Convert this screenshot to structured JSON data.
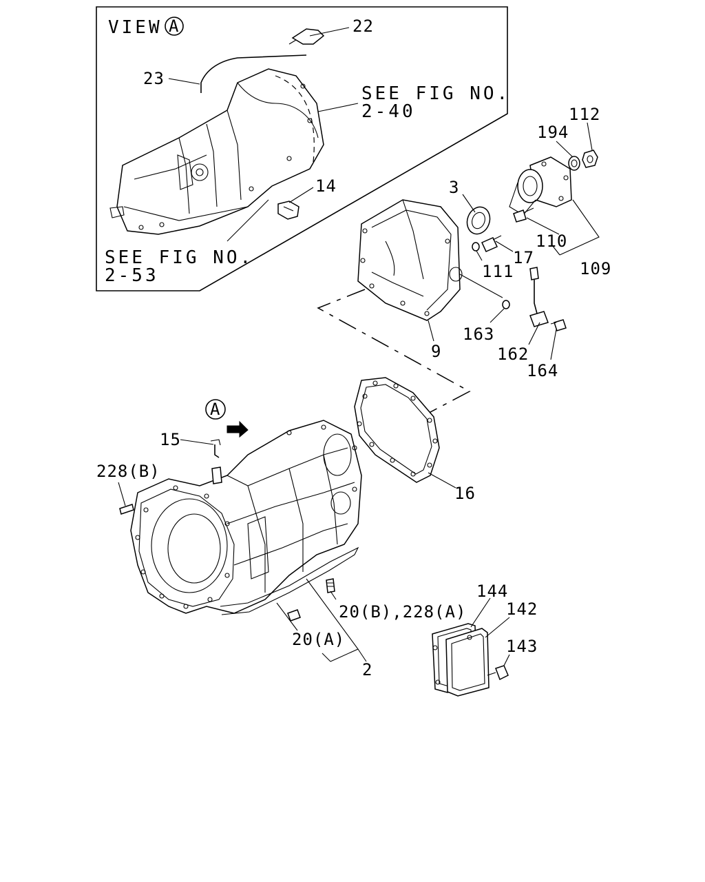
{
  "view_box": {
    "title": "VIEW",
    "marker": "A",
    "ref_top": [
      "SEE FIG NO.",
      "2-40"
    ],
    "ref_bottom": [
      "SEE FIG NO.",
      "2-53"
    ]
  },
  "view_marker": "A",
  "callouts": {
    "c22": "22",
    "c23": "23",
    "c14": "14",
    "c112": "112",
    "c194": "194",
    "c3": "3",
    "c17": "17",
    "c110": "110",
    "c111": "111",
    "c109": "109",
    "c9": "9",
    "c163": "163",
    "c162": "162",
    "c164": "164",
    "c15": "15",
    "c228b": "228(B)",
    "c16": "16",
    "c20b228a": "20(B),228(A)",
    "c20a": "20(A)",
    "c2": "2",
    "c144": "144",
    "c142": "142",
    "c143": "143"
  }
}
